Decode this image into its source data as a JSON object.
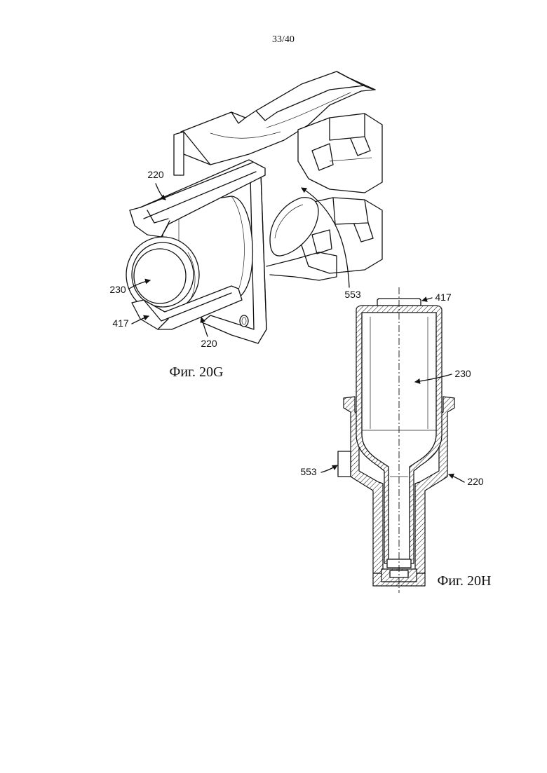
{
  "page": {
    "number": "33/40"
  },
  "figure_g": {
    "caption": "Фиг. 20G",
    "labels": {
      "top_220": "220",
      "label_230": "230",
      "label_417": "417",
      "bottom_220": "220",
      "label_553": "553"
    }
  },
  "figure_h": {
    "caption": "Фиг. 20H",
    "labels": {
      "label_417": "417",
      "label_230": "230",
      "label_553": "553",
      "label_220": "220"
    }
  }
}
